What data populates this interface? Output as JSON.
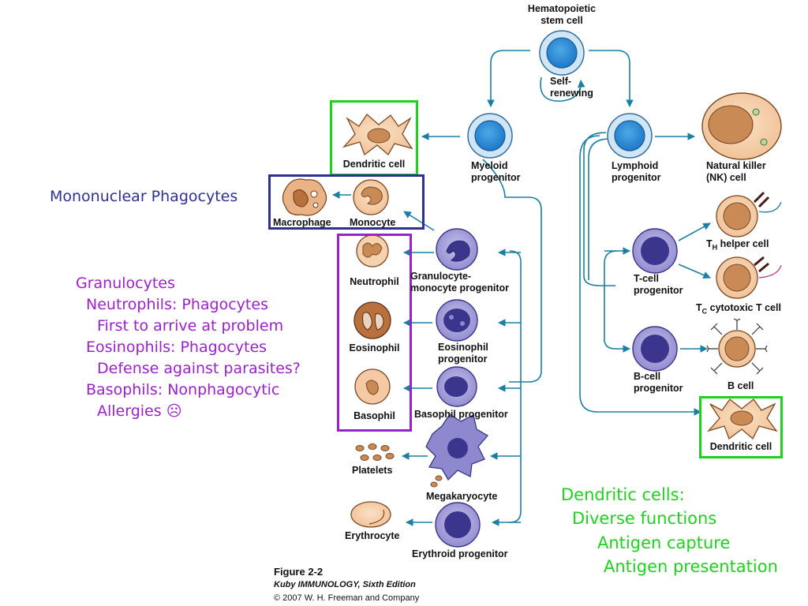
{
  "diagram": {
    "labels": {
      "hsc": [
        "Hematopoietic",
        "stem cell"
      ],
      "self_renewing": [
        "Self-",
        "renewing"
      ],
      "myeloid": [
        "Myeloid",
        "progenitor"
      ],
      "lymphoid": [
        "Lymphoid",
        "progenitor"
      ],
      "dendritic_top": "Dendritic cell",
      "nk": [
        "Natural killer",
        "(NK) cell"
      ],
      "macrophage": "Macrophage",
      "monocyte": "Monocyte",
      "neutrophil": "Neutrophil",
      "gm_progenitor": [
        "Granulocyte-",
        "monocyte progenitor"
      ],
      "eosinophil": "Eosinophil",
      "eos_progenitor": [
        "Eosinophil",
        "progenitor"
      ],
      "basophil": "Basophil",
      "baso_progenitor": "Basophil progenitor",
      "platelets": "Platelets",
      "megakaryocyte": "Megakaryocyte",
      "erythrocyte": "Erythrocyte",
      "erythroid_progenitor": "Erythroid progenitor",
      "th_main": "T",
      "th_sub": "H",
      "th_rest": " helper cell",
      "tc_main": "T",
      "tc_sub": "C",
      "tc_rest": " cytotoxic T cell",
      "tcell_progenitor": [
        "T-cell",
        "progenitor"
      ],
      "bcell_progenitor": [
        "B-cell",
        "progenitor"
      ],
      "bcell": "B cell",
      "dendritic_bottom": "Dendritic cell"
    },
    "colors": {
      "arrow": "#1a7fa1",
      "highlight_dendritic": "#1fd11f",
      "highlight_mono": "#2e3192",
      "highlight_gran": "#9a22c9"
    }
  },
  "notes": {
    "mononuclear": "Mononuclear Phagocytes",
    "granulocytes": [
      "Granulocytes",
      "Neutrophils:  Phagocytes",
      "First to arrive at problem",
      "Eosinophils:  Phagocytes",
      "Defense against parasites?",
      "Basophils:  Nonphagocytic",
      "Allergies ☹"
    ],
    "dendritic": [
      "Dendritic cells:",
      "Diverse functions",
      "Antigen capture",
      "Antigen presentation"
    ]
  },
  "caption": {
    "figure": "Figure 2-2",
    "book": "Kuby IMMUNOLOGY, Sixth Edition",
    "copyright": "© 2007 W. H. Freeman and Company"
  }
}
